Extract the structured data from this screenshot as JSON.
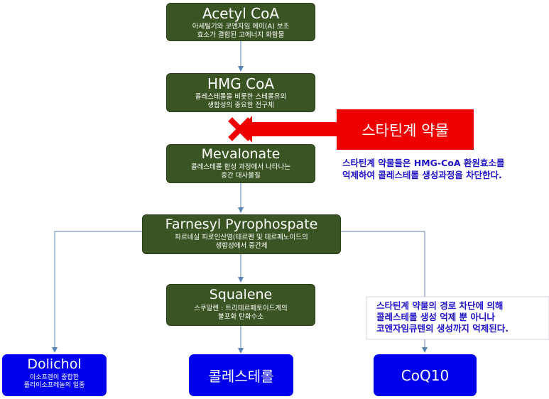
{
  "nodes": {
    "acetyl": {
      "title": "Acetyl CoA",
      "desc1": "아세틸기와 코엔자임 에이(A) 보조",
      "desc2": "효소가 결합된 고에너지 화합물"
    },
    "hmg": {
      "title": "HMG CoA",
      "desc1": "콜레스테롤을 비롯한 스테롤유의",
      "desc2": "생합성의 중요한 전구체"
    },
    "mevalonate": {
      "title": "Mevalonate",
      "desc1": "콜레스테롤 합성 과정에서 나타나는",
      "desc2": "중간 대사물질"
    },
    "farnesyl": {
      "title": "Farnesyl Pyrophospate",
      "desc1": "파르네실 피로인산염(테르펜 및 테르페노이드의",
      "desc2": "생합성에서 중간체"
    },
    "squalene": {
      "title": "Squalene",
      "desc1": "스쿠알렌 : 트리테르페토이드계의",
      "desc2": "불포화 탄화수소"
    },
    "dolichol": {
      "title": "Dolichol",
      "desc1": "이소프렌이 중합한",
      "desc2": "폴리이소프레놀의 일종"
    },
    "cholesterol": {
      "title": "콜레스테롤"
    },
    "coq10": {
      "title": "CoQ10"
    }
  },
  "statin": {
    "label": "스타틴계 약물"
  },
  "notes": {
    "statin_line1": "스타틴계 약물들은 HMG-CoA 환원효소를",
    "statin_line2": "억제하여 콜레스테롤 생성과정을 차단한다.",
    "coq10_line1": "스타틴계 약물의 경로 차단에 의해",
    "coq10_line2": "콜레스테롤 생성 억제 뿐 아니나",
    "coq10_line3": "코엔자임큐텐의 생성까지 억제된다."
  },
  "colors": {
    "green_box": "#3b5423",
    "blue_box": "#0000ee",
    "red_box": "#ee0000",
    "note_text": "#1f12c9",
    "connector": "#5a84b6"
  },
  "icons": {
    "block_mark": "red-x-icon"
  }
}
